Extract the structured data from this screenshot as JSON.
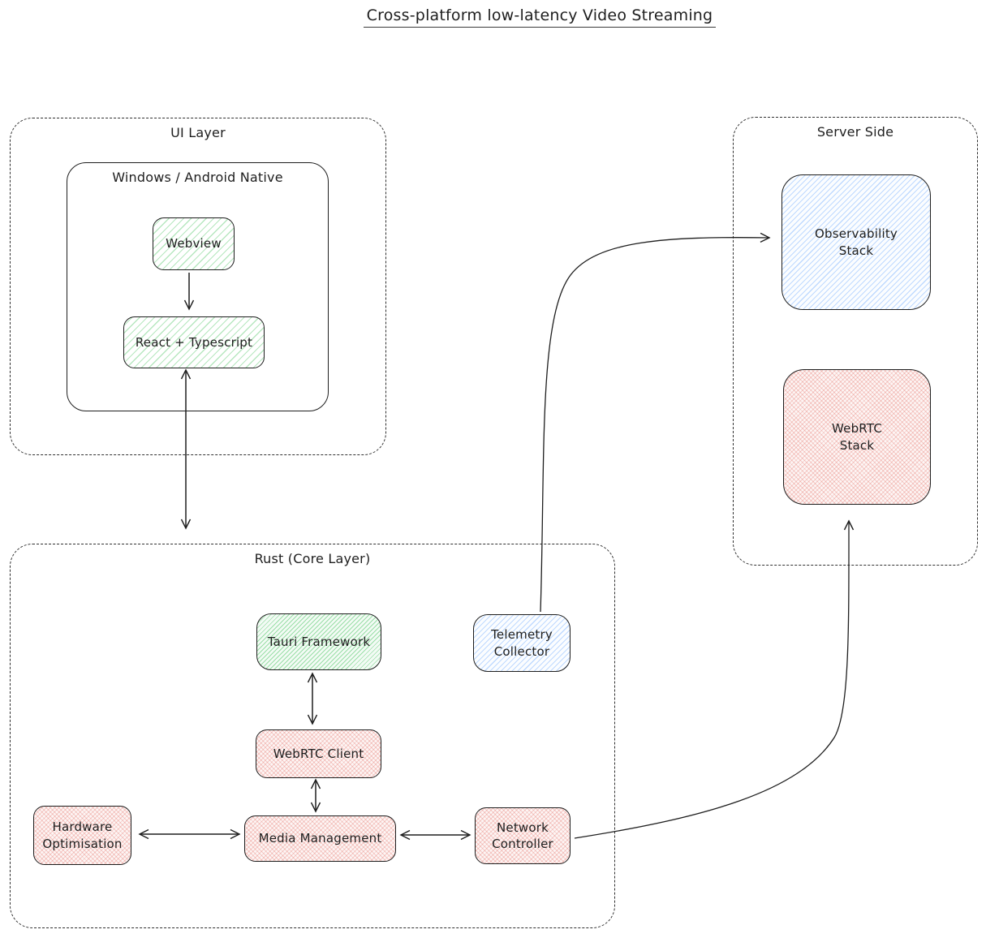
{
  "title": "Cross-platform low-latency Video Streaming",
  "containers": {
    "ui_layer": {
      "label": "UI Layer"
    },
    "windows_native": {
      "label": "Windows / Android Native"
    },
    "rust_core": {
      "label": "Rust (Core Layer)"
    },
    "server_side": {
      "label": "Server Side"
    }
  },
  "nodes": {
    "webview": {
      "label": "Webview",
      "style": "green-hatch"
    },
    "react_typescript": {
      "label": "React + Typescript",
      "style": "green-hatch"
    },
    "tauri_framework": {
      "label": "Tauri Framework",
      "style": "green-dense-hatch"
    },
    "telemetry_collector": {
      "label": "Telemetry\nCollector",
      "style": "blue-hatch"
    },
    "webrtc_client": {
      "label": "WebRTC Client",
      "style": "pink-crosshatch"
    },
    "hardware_optimisation": {
      "label": "Hardware\nOptimisation",
      "style": "pink-crosshatch"
    },
    "media_management": {
      "label": "Media Management",
      "style": "pink-crosshatch"
    },
    "network_controller": {
      "label": "Network\nController",
      "style": "pink-crosshatch"
    },
    "observability_stack": {
      "label": "Observability\nStack",
      "style": "blue-hatch"
    },
    "webrtc_stack": {
      "label": "WebRTC\nStack",
      "style": "pink-crosshatch"
    }
  },
  "edges": [
    {
      "from": "Webview",
      "to": "React + Typescript",
      "type": "arrow"
    },
    {
      "from": "React + Typescript",
      "to": "Rust (Core Layer)",
      "type": "double-arrow"
    },
    {
      "from": "Tauri Framework",
      "to": "WebRTC Client",
      "type": "double-arrow"
    },
    {
      "from": "WebRTC Client",
      "to": "Media Management",
      "type": "double-arrow"
    },
    {
      "from": "Media Management",
      "to": "Hardware Optimisation",
      "type": "double-arrow"
    },
    {
      "from": "Media Management",
      "to": "Network Controller",
      "type": "double-arrow"
    },
    {
      "from": "Telemetry Collector",
      "to": "Observability Stack",
      "type": "arrow"
    },
    {
      "from": "Network Controller",
      "to": "WebRTC Stack",
      "type": "arrow"
    }
  ],
  "colors": {
    "stroke": "#1e1e1e",
    "dashed_container": "#2f2f2f",
    "green_hatch": "#40c057",
    "pink_hatch": "#e05c51",
    "blue_hatch": "#4d97ff"
  }
}
